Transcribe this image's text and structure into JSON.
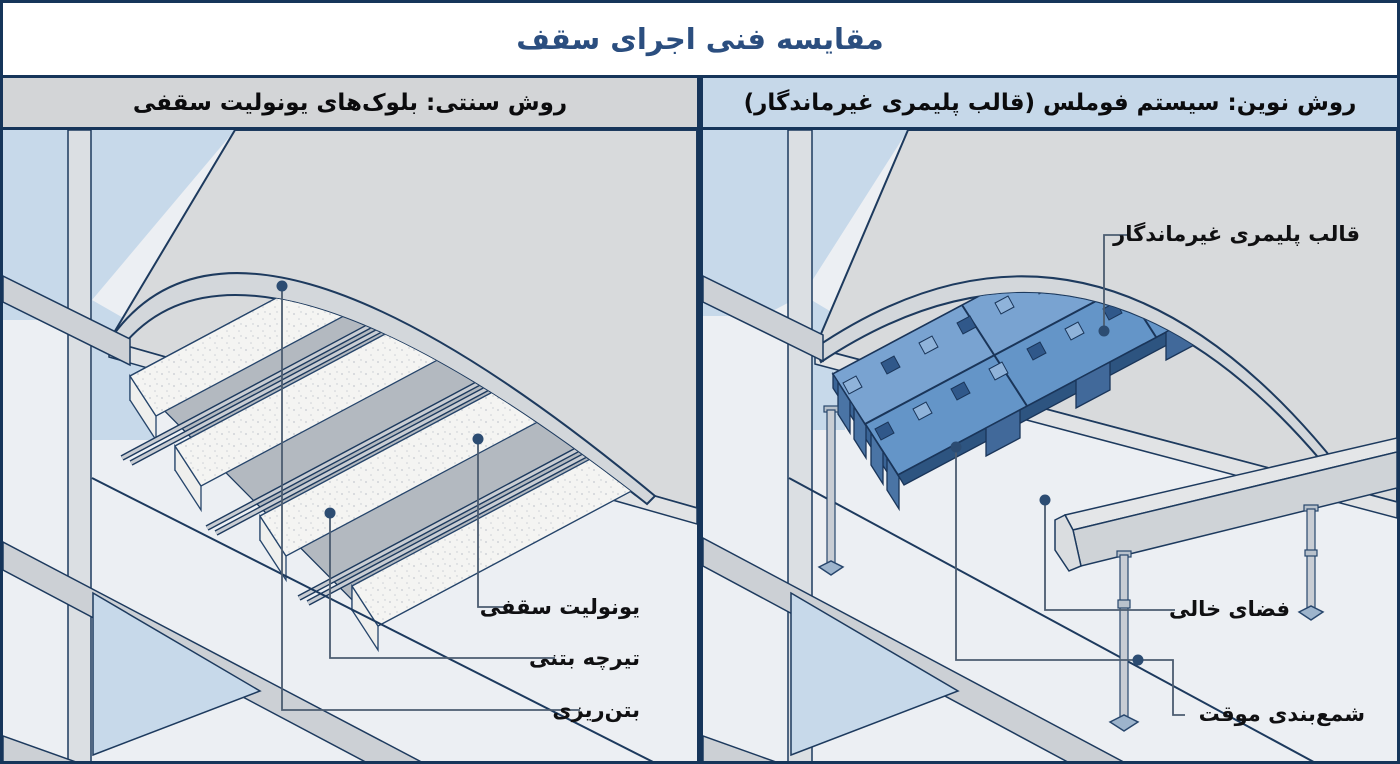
{
  "title": "مقایسه فنی اجرای سقف",
  "panels": {
    "traditional": {
      "header": "روش سنتی: بلوک‌های یونولیت سقفی",
      "labels": {
        "eps": "یونولیت سقفی",
        "joist": "تیرچه بتنی",
        "pour": "بتن‌ریزی"
      }
    },
    "modern": {
      "header": "روش نوین: سیستم فوملس (قالب پلیمری غیرماندگار)",
      "labels": {
        "formwork": "قالب پلیمری غیرماندگار",
        "void": "فضای خالی",
        "shoring": "شمع‌بندی موقت"
      }
    }
  },
  "colors": {
    "border_navy": "#16355a",
    "line_navy": "#1d3a5e",
    "title_blue": "#2b4e7f",
    "header_gray_bg": "#d3d5d7",
    "header_blue_bg": "#c6d8e9",
    "sky_blue": "#c7d9ea",
    "slab_gray": "#d8dadc",
    "eps_white": "#f4f4f2",
    "formwork_blue": "#6495c8",
    "steel_prop": "#c8cdd4",
    "label_text": "#101012"
  }
}
